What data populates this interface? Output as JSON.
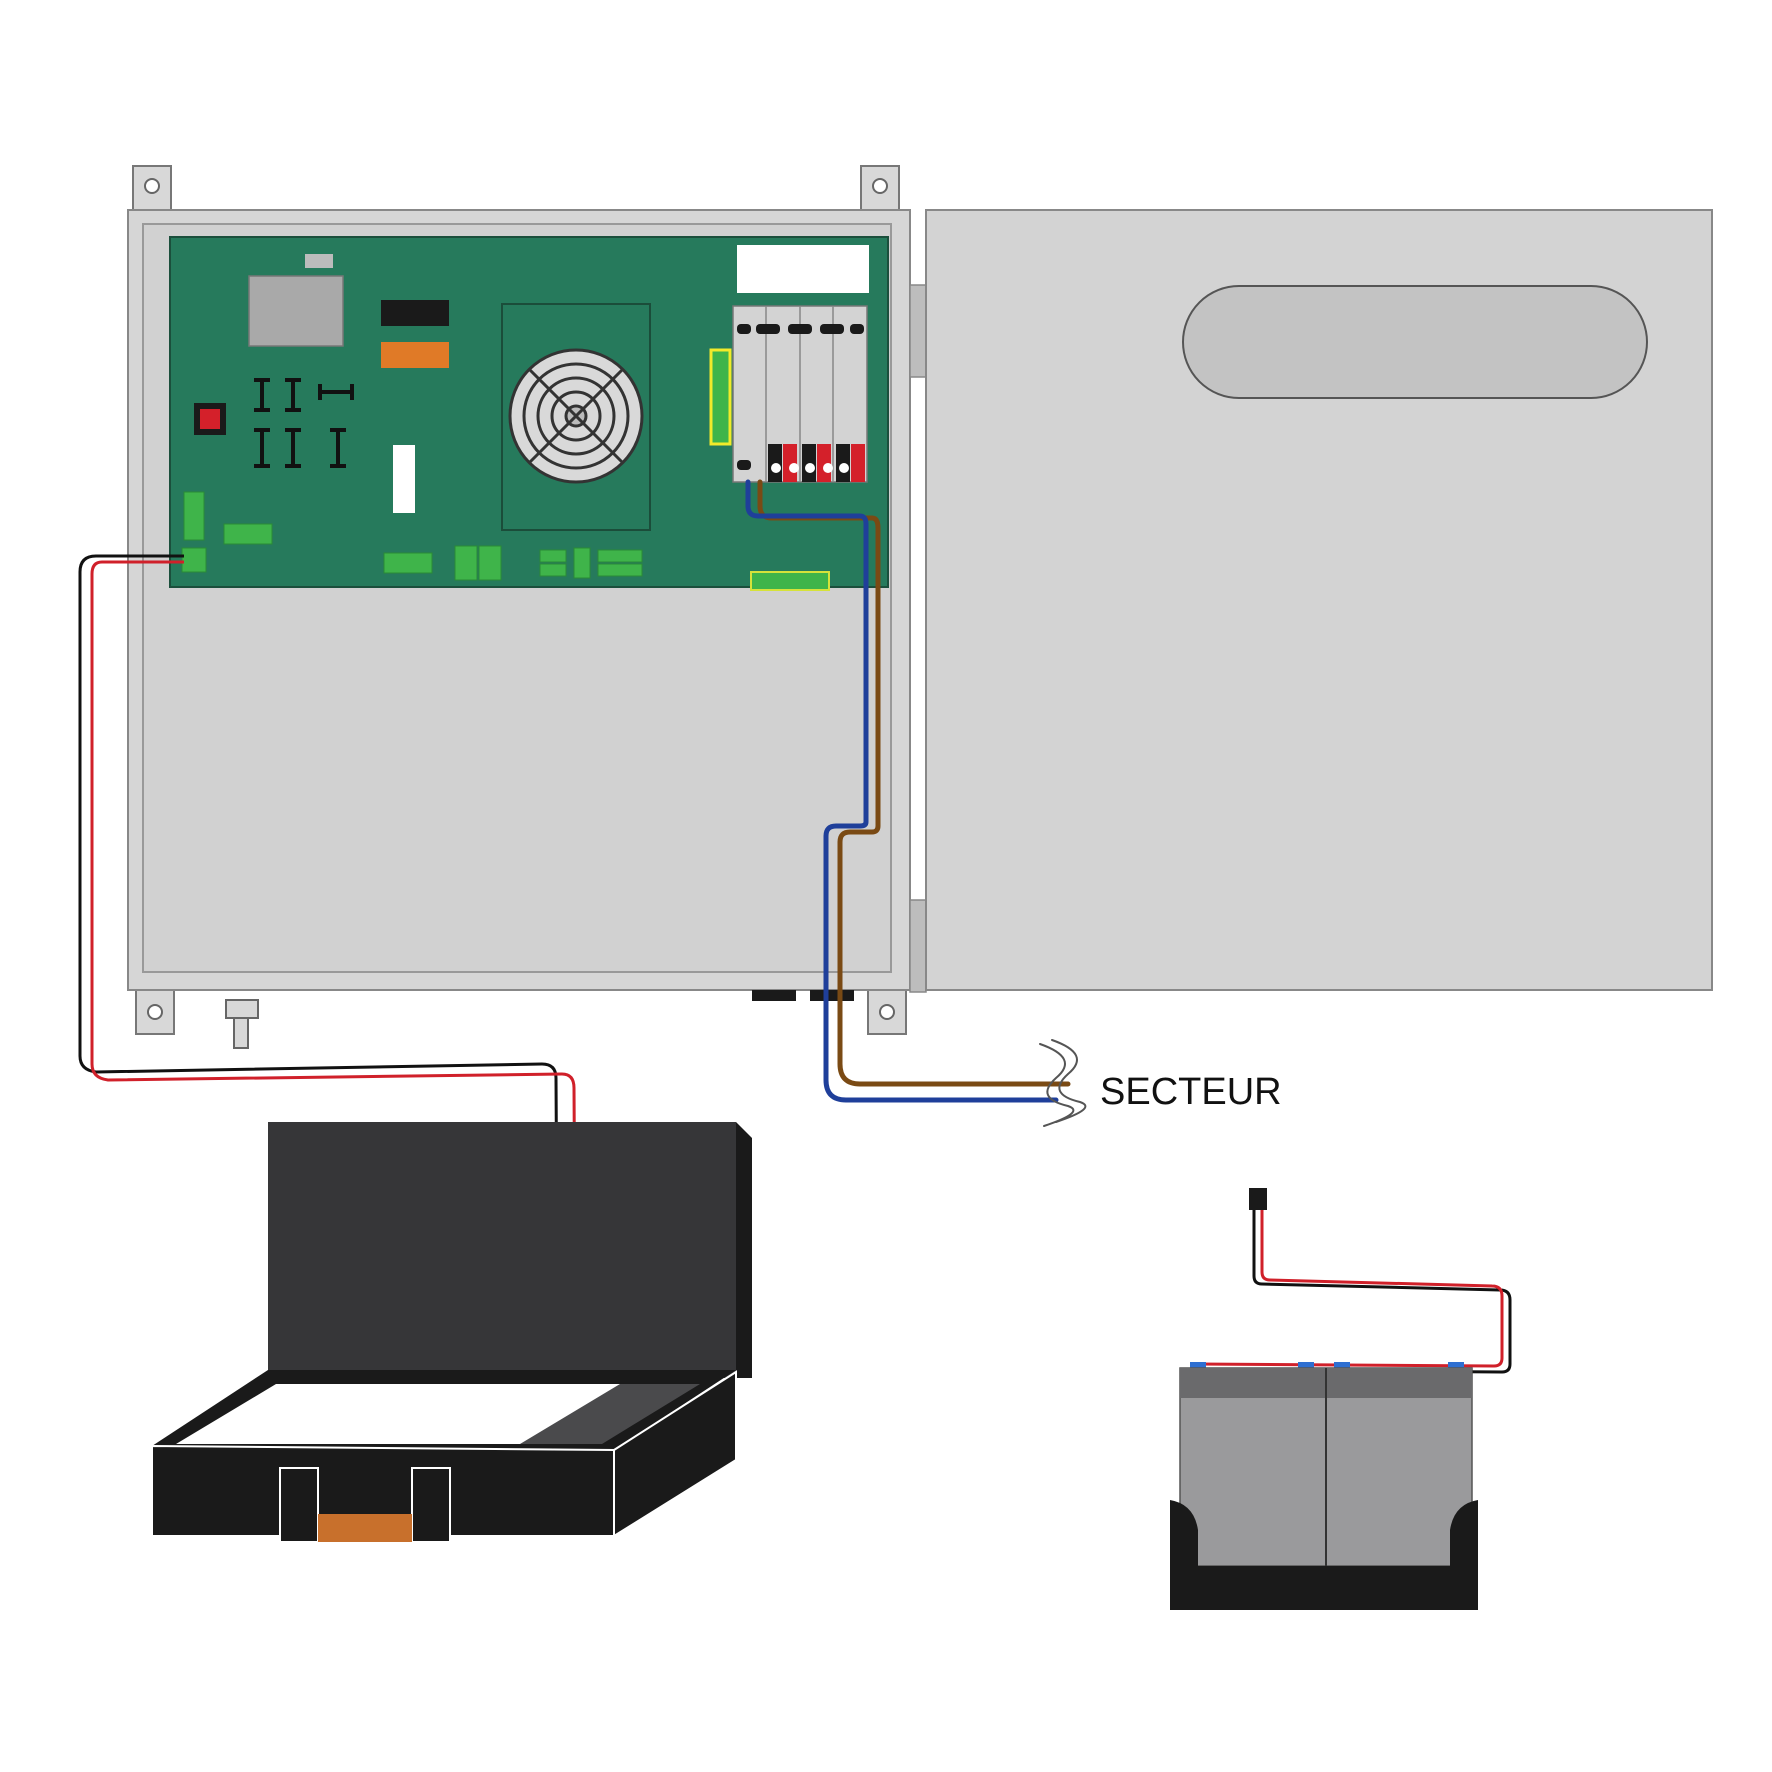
{
  "labels": {
    "mains": "SECTEUR"
  },
  "colors": {
    "background": "#ffffff",
    "cabinet": "#d3d3d3",
    "pcb": "#267a5c",
    "wire_live": "#7a4a14",
    "wire_neutral": "#1f3f9a",
    "wire_red": "#d0202a",
    "wire_black": "#111111",
    "battery_dark": "#363638",
    "battery_grey": "#9a9a9c"
  },
  "components": {
    "fan": "fan-icon",
    "breakers": "breaker-block",
    "battery_box": "battery-tray",
    "battery": "battery-pack"
  }
}
